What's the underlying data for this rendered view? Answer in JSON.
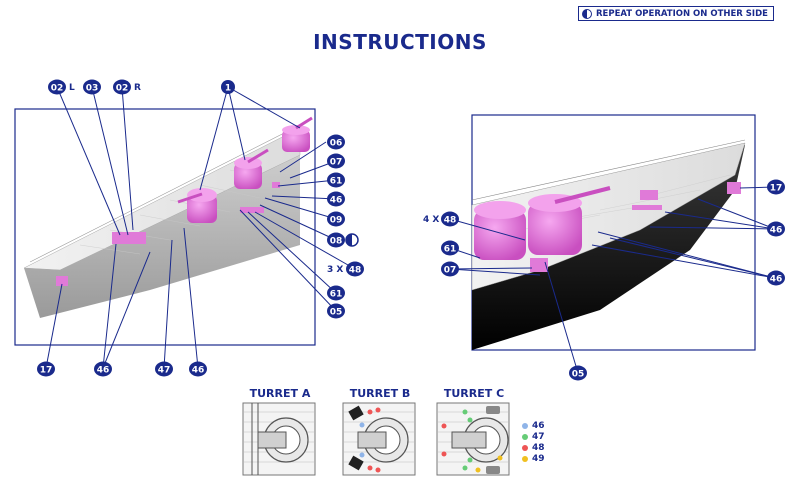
{
  "header": {
    "legend_text": "REPEAT OPERATION ON OTHER SIDE",
    "title": "INSTRUCTIONS"
  },
  "left_view": {
    "callouts": {
      "top_02l": "02",
      "top_02l_suffix": "L",
      "top_03": "03",
      "top_02r": "02",
      "top_02r_suffix": "R",
      "top_1": "1",
      "r06": "06",
      "r07": "07",
      "r61a": "61",
      "r46": "46",
      "r09": "09",
      "r08": "08",
      "r48_prefix": "3 X",
      "r48": "48",
      "r61b": "61",
      "r05": "05",
      "b17": "17",
      "b46a": "46",
      "b47": "47",
      "b46b": "46"
    }
  },
  "right_view": {
    "callouts": {
      "l48_prefix": "4 X",
      "l48": "48",
      "l61": "61",
      "l07": "07",
      "r17": "17",
      "r46a": "46",
      "r46b": "46",
      "b05": "05"
    }
  },
  "turrets": {
    "a_label": "TURRET A",
    "b_label": "TURRET B",
    "c_label": "TURRET C"
  },
  "color_key": [
    {
      "num": "46",
      "color": "#8fb4e8"
    },
    {
      "num": "47",
      "color": "#66cc77"
    },
    {
      "num": "48",
      "color": "#ee5555"
    },
    {
      "num": "49",
      "color": "#f0c020"
    }
  ],
  "colors": {
    "accent": "#1a2a8c",
    "part_highlight": "#e07ad8",
    "hull_gray": "#b8b8b8"
  }
}
